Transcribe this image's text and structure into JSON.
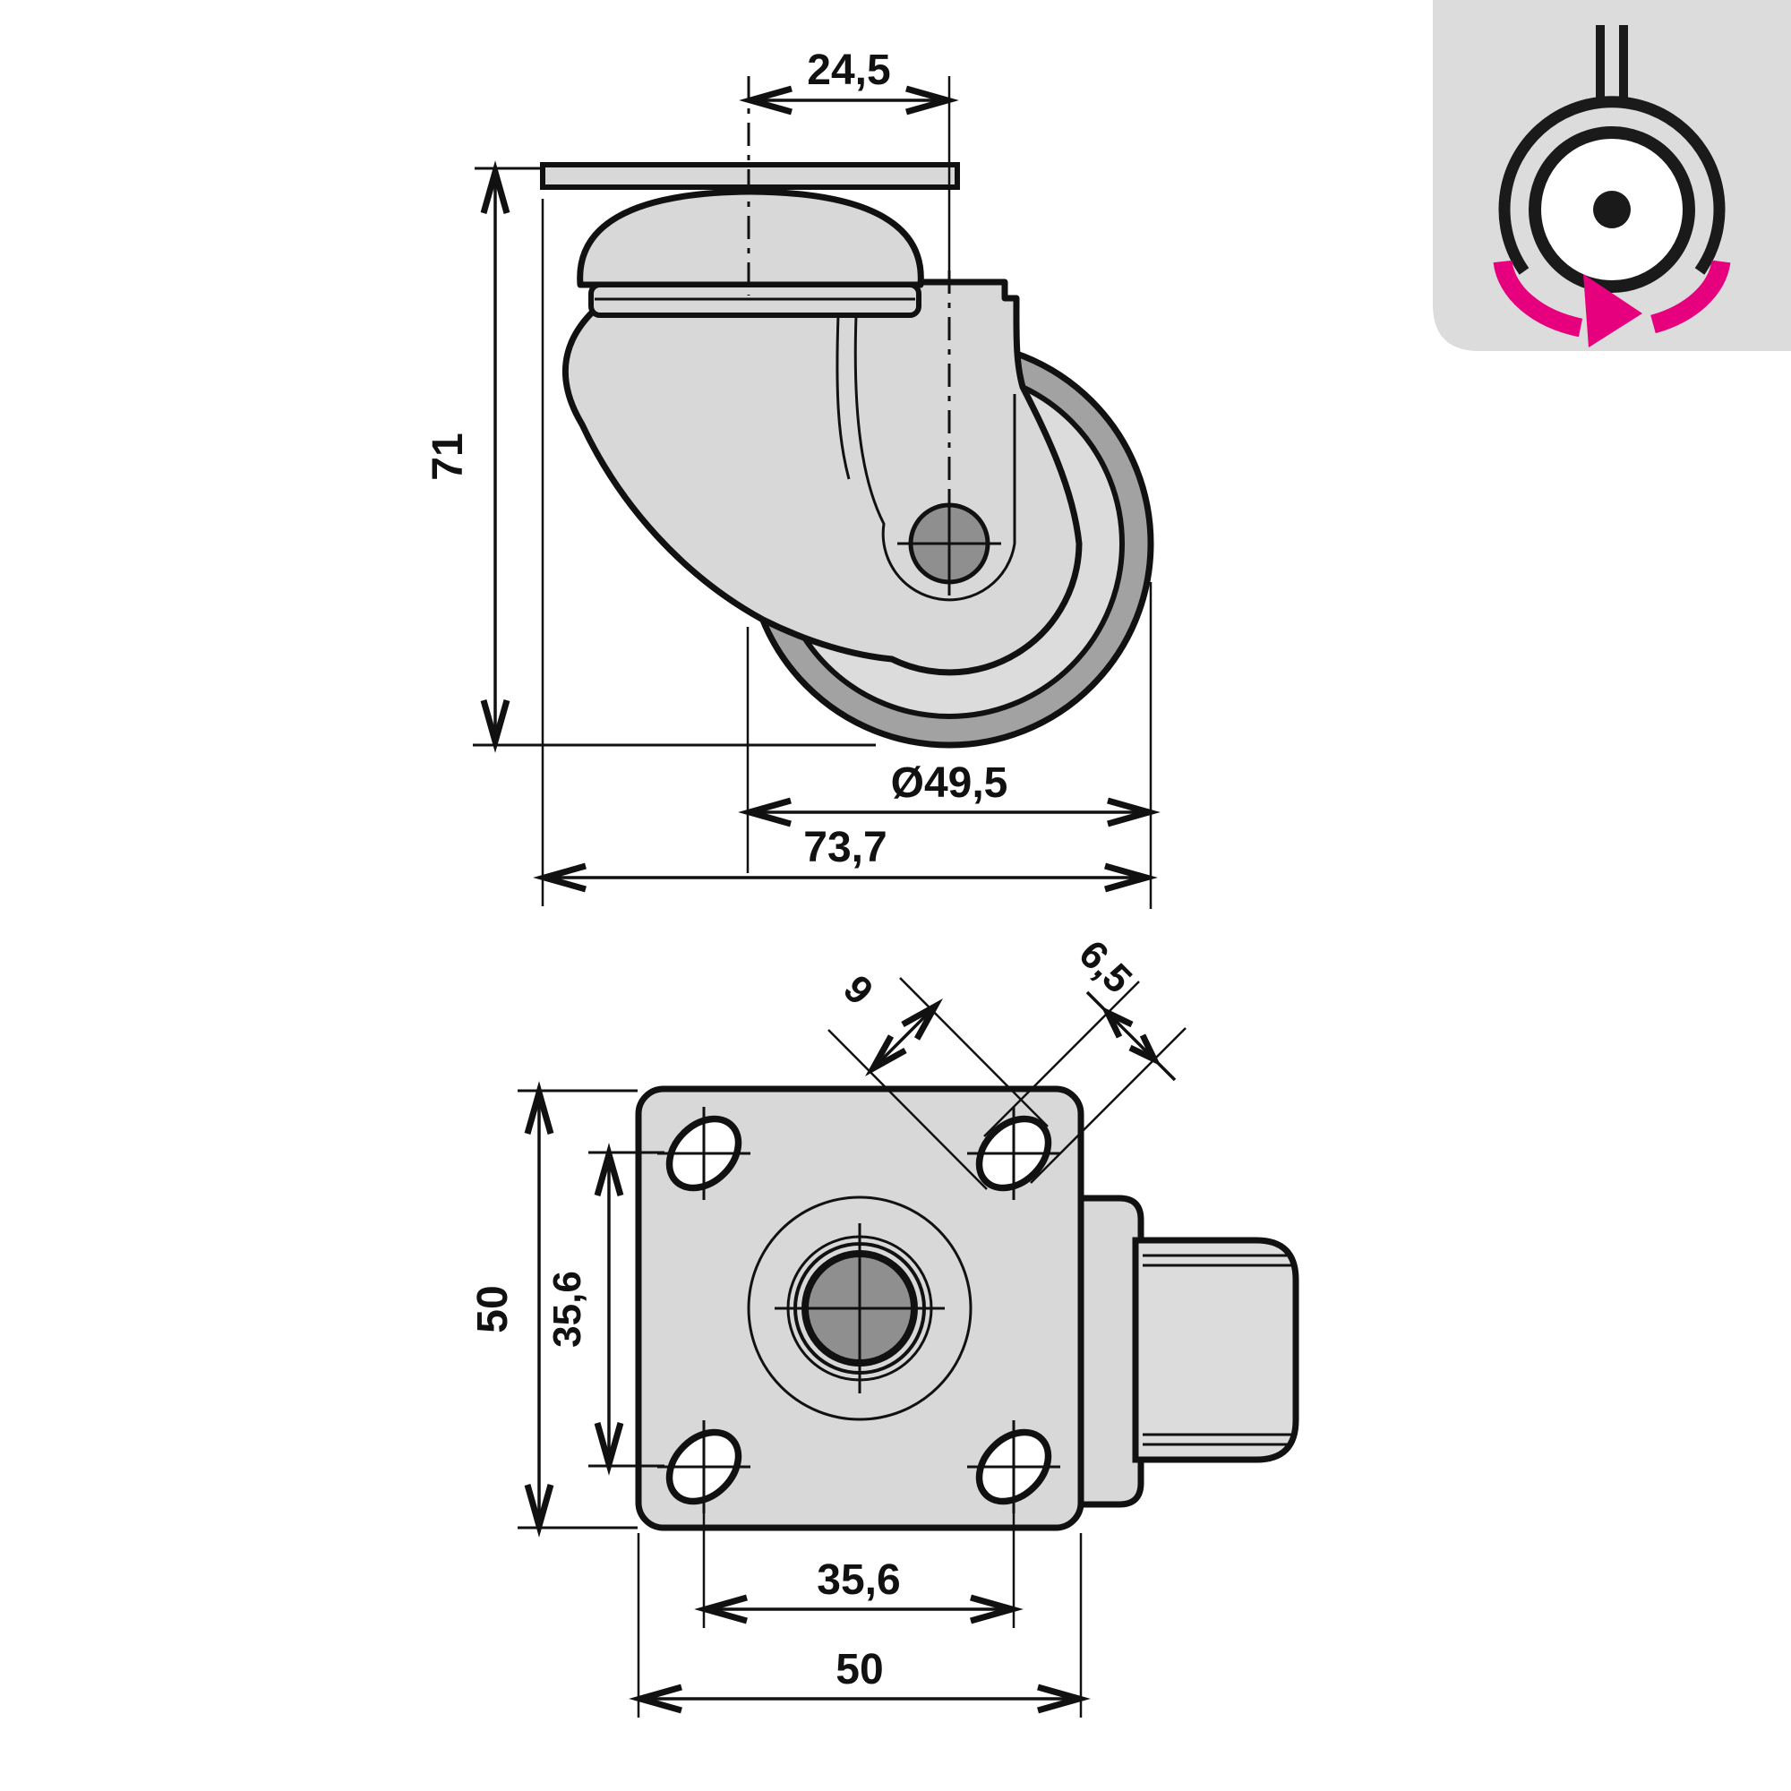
{
  "drawing": {
    "side_view": {
      "dim_top_offset": "24,5",
      "dim_height": "71",
      "dim_wheel_diameter": "Ø49,5",
      "dim_total_length": "73,7"
    },
    "plan_view": {
      "dim_plate_height": "50",
      "dim_hole_spacing_vertical": "35,6",
      "dim_hole_spacing_horizontal": "35,6",
      "dim_plate_width": "50",
      "dim_slot_length": "9",
      "dim_slot_width": "6,5"
    }
  },
  "icon": {
    "meaning": "swivel-rotation",
    "accent_color": "#E6007E",
    "background_color": "#dcdcdc"
  },
  "colors": {
    "outline": "#111111",
    "metal_light": "#d8d8d8",
    "metal_lighter": "#dcdcdc",
    "metal_mid": "#8f8f8f",
    "tread_dark": "#a2a2a2",
    "hole_fill": "#ffffff"
  }
}
